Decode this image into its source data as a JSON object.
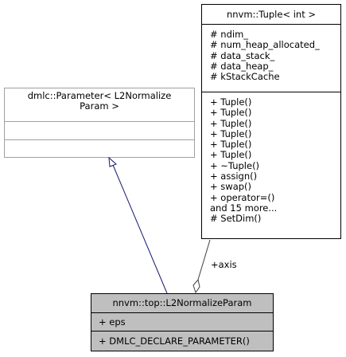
{
  "diagram": {
    "tuple_class": {
      "title": "nnvm::Tuple< int >",
      "attributes": [
        "# ndim_",
        "# num_heap_allocated_",
        "# data_stack_",
        "# data_heap_",
        "# kStackCache"
      ],
      "methods": [
        "+ Tuple()",
        "+ Tuple()",
        "+ Tuple()",
        "+ Tuple()",
        "+ Tuple()",
        "+ Tuple()",
        "+ ~Tuple()",
        "+ assign()",
        "+ swap()",
        "+ operator=()",
        "and 15 more...",
        "# SetDim()"
      ]
    },
    "parameter_class": {
      "title_line1": "dmlc::Parameter< L2Normalize",
      "title_line2": "Param >"
    },
    "main_class": {
      "title": "nnvm::top::L2NormalizeParam",
      "attribute": "+ eps",
      "method": "+ DMLC_DECLARE_PARAMETER()"
    },
    "association_label": "+axis",
    "colors": {
      "main_fill": "#bfbfbf",
      "generalization_edge": "#191970",
      "association_edge": "#404040",
      "border": "#000000",
      "template_border": "#a0a0a0"
    }
  }
}
